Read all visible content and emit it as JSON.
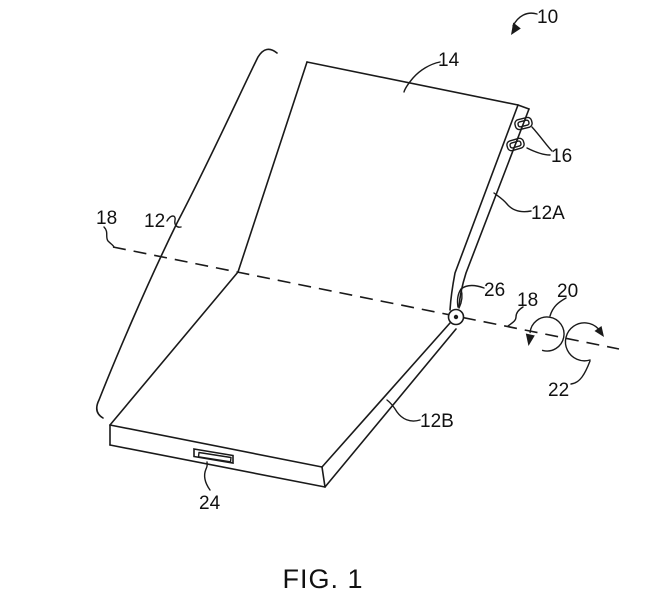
{
  "figure": {
    "caption": "FIG. 1",
    "labels": {
      "ref10": "10",
      "ref14": "14",
      "ref16": "16",
      "ref12": "12",
      "ref18_left": "18",
      "ref12A": "12A",
      "ref26": "26",
      "ref18_right": "18",
      "ref20": "20",
      "ref22": "22",
      "ref12B": "12B",
      "ref24": "24"
    },
    "colors": {
      "line": "#1a1a1a",
      "background": "#ffffff"
    }
  }
}
